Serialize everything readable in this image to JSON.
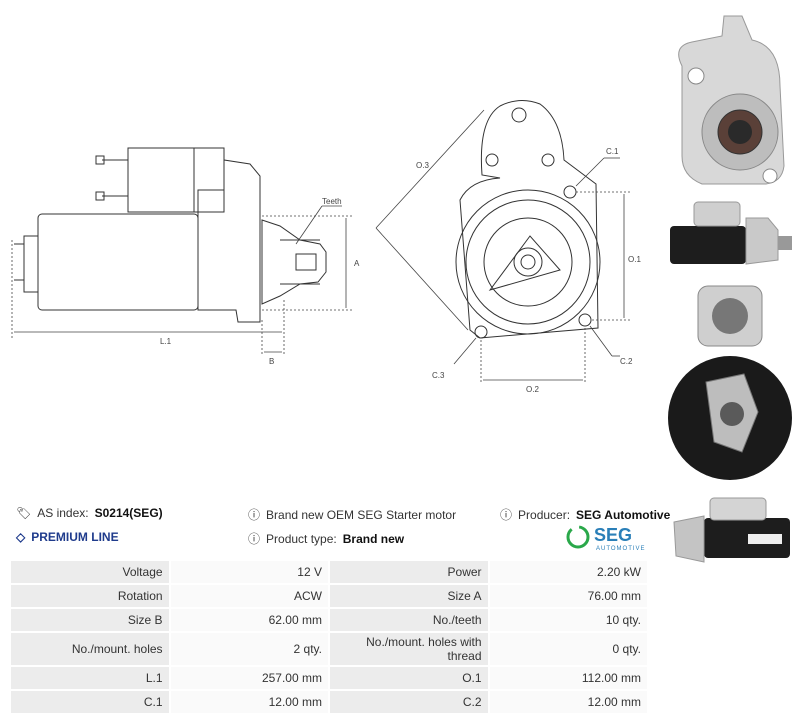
{
  "drawing": {
    "labels": {
      "teeth": "Teeth",
      "a": "A",
      "b": "B",
      "l1": "L.1",
      "o3": "O.3",
      "c1": "C.1",
      "o1": "O.1",
      "c2": "C.2",
      "c3": "C.3",
      "o2": "O.2"
    }
  },
  "info": {
    "as_index_label": "AS index:",
    "as_index_value": "S0214(SEG)",
    "premium": "PREMIUM LINE",
    "description": "Brand new OEM SEG Starter motor",
    "product_type_label": "Product type:",
    "product_type_value": "Brand new",
    "producer_label": "Producer:",
    "producer_value": "SEG Automotive",
    "logo_main": "SEG",
    "logo_sub": "AUTOMOTIVE"
  },
  "specs": [
    {
      "k1": "Voltage",
      "v1": "12 V",
      "k2": "Power",
      "v2": "2.20 kW"
    },
    {
      "k1": "Rotation",
      "v1": "ACW",
      "k2": "Size A",
      "v2": "76.00 mm"
    },
    {
      "k1": "Size B",
      "v1": "62.00 mm",
      "k2": "No./teeth",
      "v2": "10 qty."
    },
    {
      "k1": "No./mount. holes",
      "v1": "2 qty.",
      "k2": "No./mount. holes with thread",
      "v2": "0 qty."
    },
    {
      "k1": "L.1",
      "v1": "257.00 mm",
      "k2": "O.1",
      "v2": "112.00 mm"
    },
    {
      "k1": "C.1",
      "v1": "12.00 mm",
      "k2": "C.2",
      "v2": "12.00 mm"
    }
  ],
  "colors": {
    "accent": "#1f3b8c",
    "seg_green": "#2aa84a",
    "seg_blue": "#2a7fb8"
  }
}
